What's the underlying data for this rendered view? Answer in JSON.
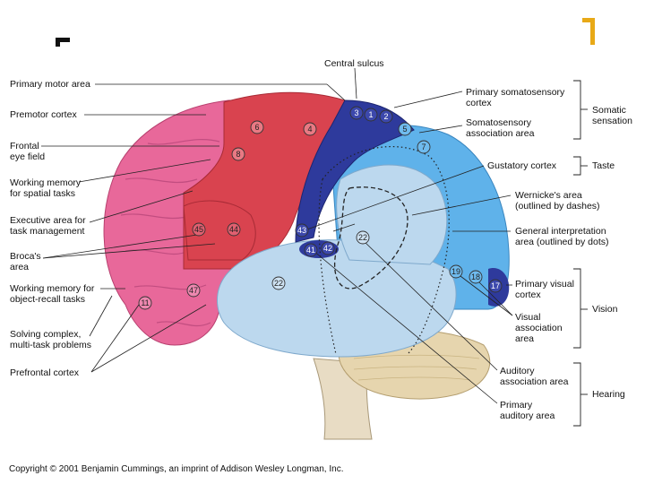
{
  "labels": {
    "central_sulcus": "Central sulcus",
    "primary_motor": "Primary motor area",
    "premotor": "Premotor cortex",
    "frontal_eye": "Frontal\neye field",
    "working_spatial": "Working memory\nfor spatial tasks",
    "executive": "Executive area  for\ntask management",
    "broca": "Broca's\narea",
    "working_object": "Working memory for\nobject-recall tasks",
    "solving": "Solving complex,\nmulti-task problems",
    "prefrontal": "Prefrontal cortex",
    "primary_somatosensory": "Primary somatosensory\ncortex",
    "somatosensory_assoc": "Somatosensory\nassociation area",
    "gustatory": "Gustatory cortex",
    "wernicke": "Wernicke's area\n(outlined by dashes)",
    "general_interp": "General interpretation\narea (outlined by dots)",
    "primary_visual": "Primary visual\ncortex",
    "visual_assoc": "Visual\nassociation\narea",
    "auditory_assoc": "Auditory\nassociation area",
    "primary_auditory": "Primary\nauditory area"
  },
  "groups": {
    "somatic": "Somatic\nsensation",
    "taste": "Taste",
    "vision": "Vision",
    "hearing": "Hearing"
  },
  "area_numbers": [
    "6",
    "4",
    "3",
    "1",
    "2",
    "5",
    "7",
    "8",
    "45",
    "44",
    "47",
    "11",
    "43",
    "41",
    "42",
    "22",
    "22",
    "19",
    "18",
    "17"
  ],
  "copyright": "Copyright © 2001 Benjamin Cummings, an imprint of Addison Wesley Longman, Inc.",
  "colors": {
    "frontal_pink": "#e8689a",
    "motor_red": "#d9434f",
    "somatosensory_blue": "#2e3a9c",
    "parietal_lightblue": "#5fb2ea",
    "temporal_paleblue": "#bcd8ee",
    "cerebellum": "#e6d5ae",
    "accent_corner": "#e8a917"
  }
}
